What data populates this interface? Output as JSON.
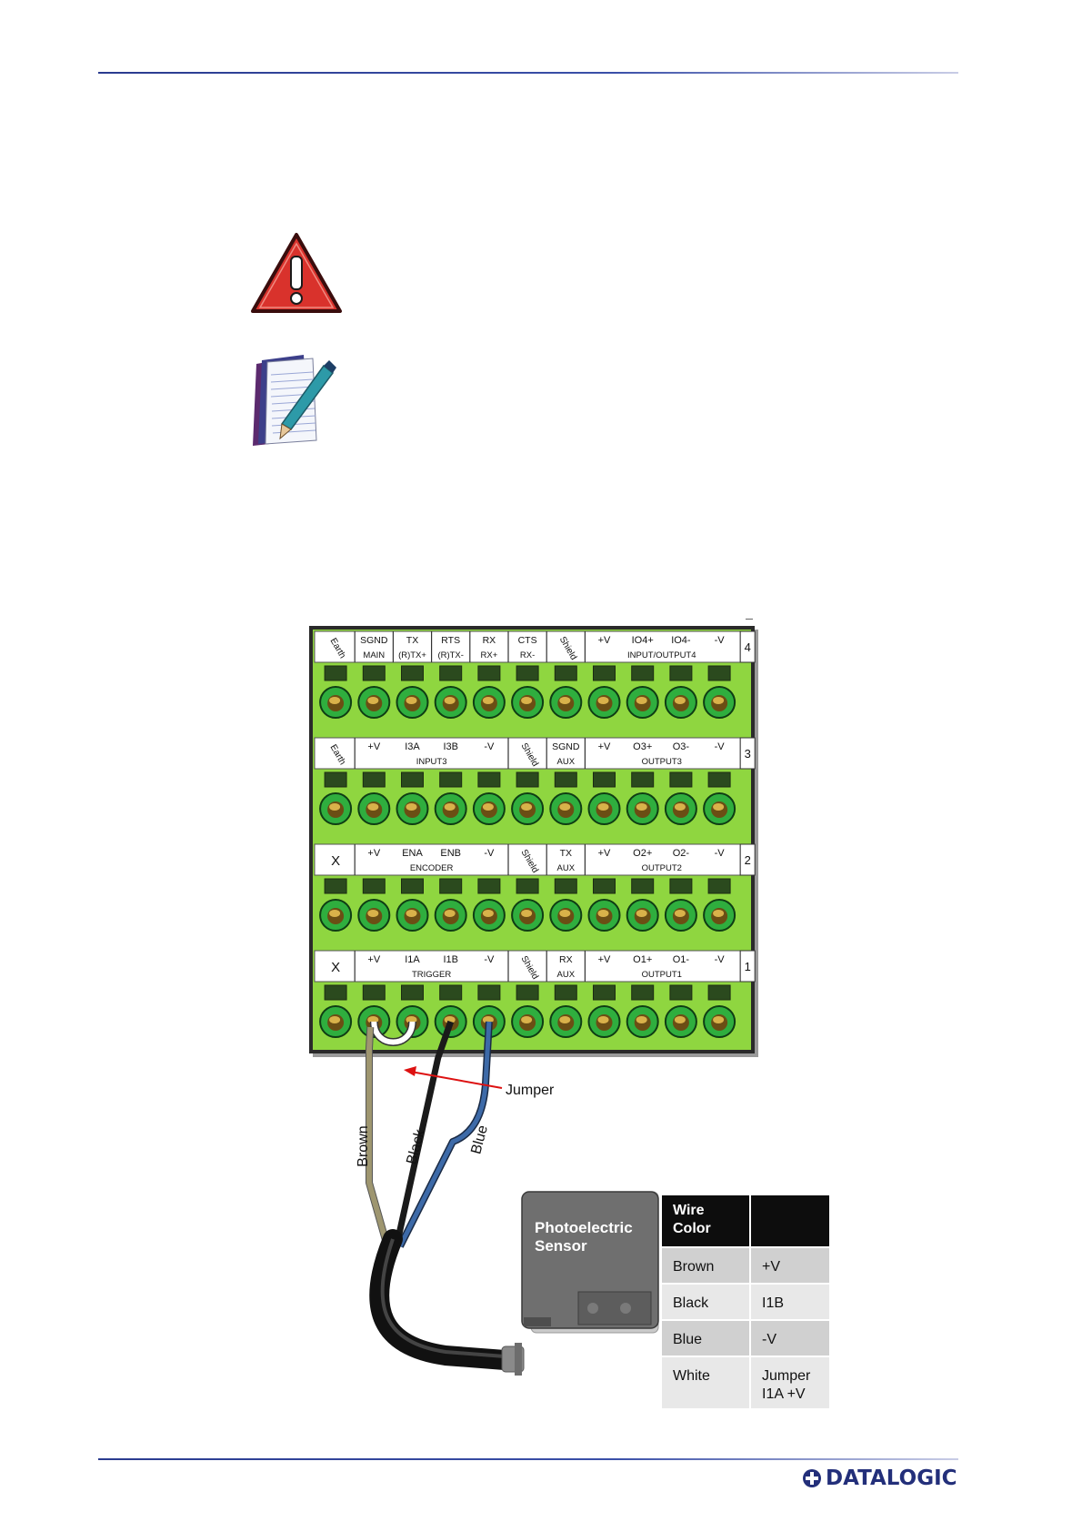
{
  "diagram": {
    "rows": [
      {
        "row_number": "4",
        "cells": [
          {
            "top": "Earth",
            "rotated": true
          },
          {
            "top": "SGND",
            "bottom": "MAIN"
          },
          {
            "top": "TX",
            "bottom": "(R)TX+"
          },
          {
            "top": "RTS",
            "bottom": "(R)TX-"
          },
          {
            "top": "RX",
            "bottom": "RX+"
          },
          {
            "top": "CTS",
            "bottom": "RX-"
          },
          {
            "top": "Shield",
            "rotated": true
          },
          {
            "top": "+V"
          },
          {
            "top": "IO4+"
          },
          {
            "top": "IO4-"
          },
          {
            "top": "-V"
          }
        ],
        "groups": [
          {
            "label": "INPUT/OUTPUT4",
            "from": 7,
            "to": 10
          }
        ]
      },
      {
        "row_number": "3",
        "cells": [
          {
            "top": "Earth",
            "rotated": true
          },
          {
            "top": "+V"
          },
          {
            "top": "I3A"
          },
          {
            "top": "I3B"
          },
          {
            "top": "-V"
          },
          {
            "top": "Shield",
            "rotated": true
          },
          {
            "top": "SGND",
            "bottom": "AUX"
          },
          {
            "top": "+V"
          },
          {
            "top": "O3+"
          },
          {
            "top": "O3-"
          },
          {
            "top": "-V"
          }
        ],
        "groups": [
          {
            "label": "INPUT3",
            "from": 1,
            "to": 4
          },
          {
            "label": "OUTPUT3",
            "from": 7,
            "to": 10
          }
        ]
      },
      {
        "row_number": "2",
        "cells": [
          {
            "top": "X"
          },
          {
            "top": "+V"
          },
          {
            "top": "ENA"
          },
          {
            "top": "ENB"
          },
          {
            "top": "-V"
          },
          {
            "top": "Shield",
            "rotated": true
          },
          {
            "top": "TX",
            "bottom": "AUX"
          },
          {
            "top": "+V"
          },
          {
            "top": "O2+"
          },
          {
            "top": "O2-"
          },
          {
            "top": "-V"
          }
        ],
        "groups": [
          {
            "label": "ENCODER",
            "from": 1,
            "to": 4
          },
          {
            "label": "OUTPUT2",
            "from": 7,
            "to": 10
          }
        ]
      },
      {
        "row_number": "1",
        "cells": [
          {
            "top": "X"
          },
          {
            "top": "+V"
          },
          {
            "top": "I1A"
          },
          {
            "top": "I1B"
          },
          {
            "top": "-V"
          },
          {
            "top": "Shield",
            "rotated": true
          },
          {
            "top": "RX",
            "bottom": "AUX"
          },
          {
            "top": "+V"
          },
          {
            "top": "O1+"
          },
          {
            "top": "O1-"
          },
          {
            "top": "-V"
          }
        ],
        "groups": [
          {
            "label": "TRIGGER",
            "from": 1,
            "to": 4
          },
          {
            "label": "OUTPUT1",
            "from": 7,
            "to": 10
          }
        ]
      }
    ],
    "jumper_label": "Jumper",
    "wires": [
      {
        "name": "Brown",
        "color": "#9e9670"
      },
      {
        "name": "Black",
        "color": "#1a1a1a"
      },
      {
        "name": "Blue",
        "color": "#3d6aa8"
      },
      {
        "name": "White",
        "color": "#ffffff"
      }
    ],
    "sensor_label": [
      "Photoelectric",
      "Sensor"
    ],
    "table": {
      "header": [
        "Wire\nColor",
        ""
      ],
      "rows": [
        [
          "Brown",
          "+V"
        ],
        [
          "Black",
          "I1B"
        ],
        [
          "Blue",
          "-V"
        ],
        [
          "White",
          "Jumper\nI1A +V"
        ]
      ]
    },
    "colors": {
      "terminal_green": "#8fd640",
      "screw_green": "#2fae3e",
      "label_bg": "#ffffff"
    }
  },
  "footer": {
    "logo": "DATALOGIC"
  }
}
